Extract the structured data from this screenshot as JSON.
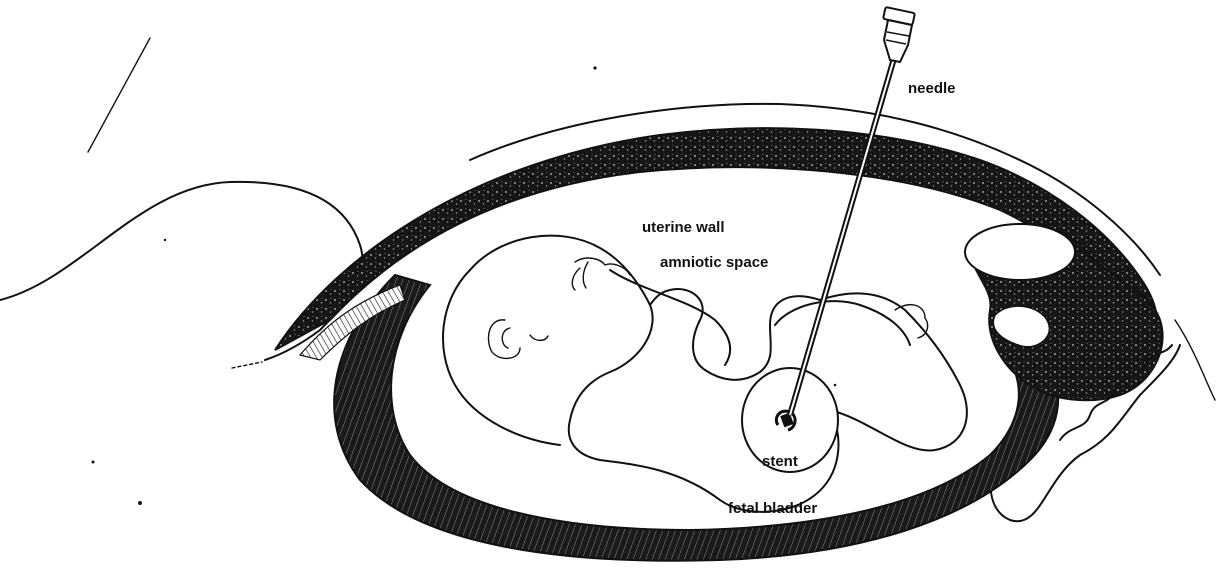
{
  "labels": {
    "needle": "needle",
    "uterine_wall": "uterine wall",
    "amniotic_space": "amniotic space",
    "stent": "stent",
    "fetal_bladder": "fetal bladder"
  },
  "colors": {
    "ink": "#111111",
    "background": "#ffffff"
  }
}
